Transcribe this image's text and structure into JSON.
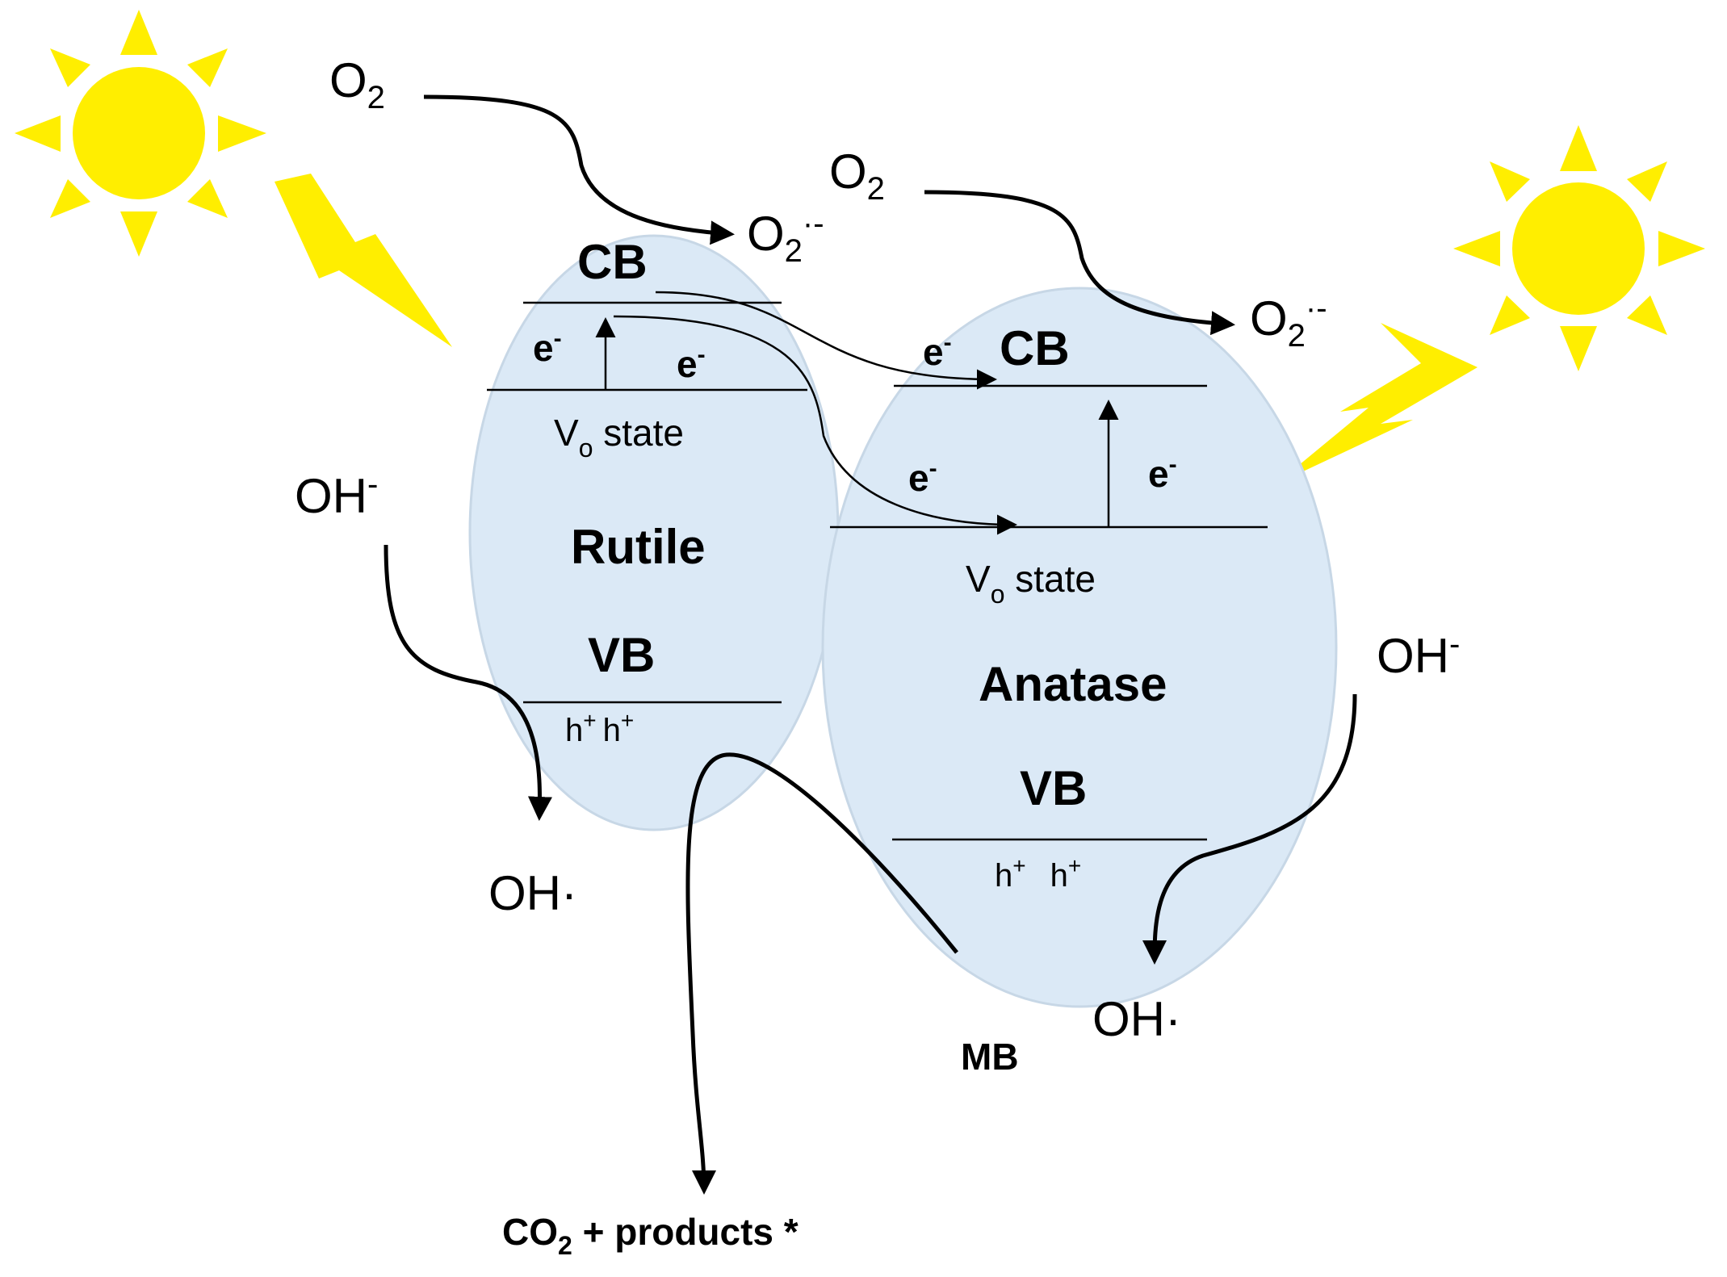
{
  "colors": {
    "ellipse_fill": "#dbe9f6",
    "ellipse_stroke": "#c7d7e6",
    "sun": "#ffee00",
    "ink": "#000000"
  },
  "rutile": {
    "name": "Rutile",
    "cb": "CB",
    "vb": "VB",
    "vo_state": "V",
    "vo_sub": "o",
    "vo_suffix": " state",
    "e_left": "e",
    "e_right": "e",
    "e_sup": "-",
    "holes": "h",
    "hole_sup": "+"
  },
  "anatase": {
    "name": "Anatase",
    "cb": "CB",
    "vb": "VB",
    "vo_state": "V",
    "vo_sub": "o",
    "vo_suffix": " state",
    "e_cb": "e",
    "e_transfer": "e",
    "e_excite": "e",
    "e_sup": "-",
    "holes": "h",
    "hole_sup": "+"
  },
  "species": {
    "o2": "O",
    "o2_sub": "2",
    "superoxide_sup": "·-",
    "oh_minus": "OH",
    "minus": "-",
    "oh_radical": "OH·",
    "mb": "MB",
    "co2_main": "CO",
    "co2_sub": "2",
    "co2_rest": " + products *"
  }
}
